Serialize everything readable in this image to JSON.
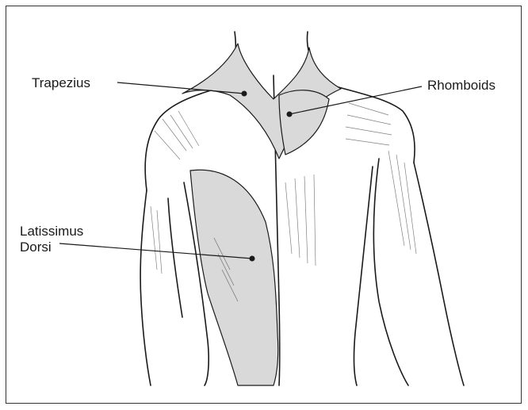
{
  "labels": {
    "trapezius": "Trapezius",
    "rhomboids": "Rhomboids",
    "latissimus_line1": "Latissimus",
    "latissimus_line2": "Dorsi"
  },
  "colors": {
    "line": "#1a1a1a",
    "muscle_shade": "#d9d9d9",
    "skin": "#ffffff"
  }
}
